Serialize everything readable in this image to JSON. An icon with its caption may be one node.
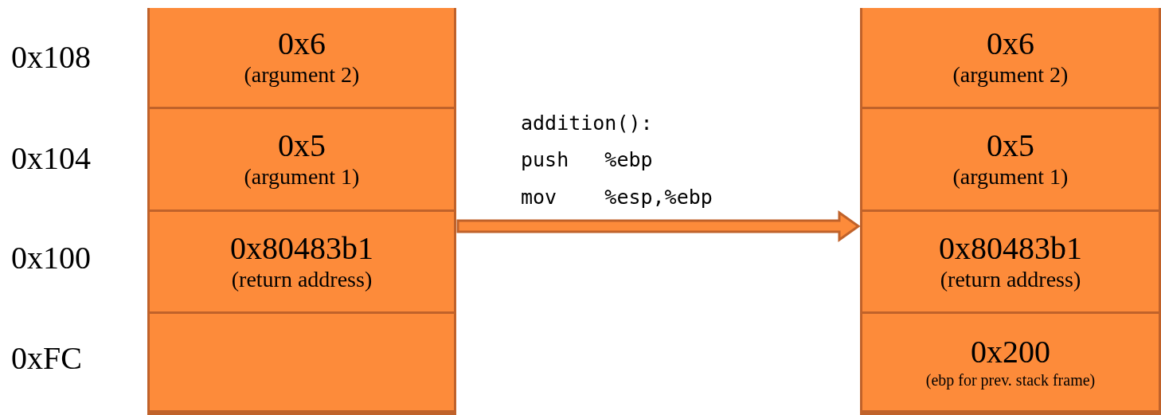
{
  "diagram": {
    "nodes": [
      {
        "text": [],
        "shape": "box"
      },
      {
        "text": [
          "0x6",
          "(argument 2)"
        ],
        "in": 0
      },
      {
        "text": [
          "0x5",
          "(argument 1)"
        ],
        "in": 0
      },
      {
        "text": [
          "0x80483b1",
          "(return address)"
        ],
        "in": 0
      },
      {
        "text": [],
        "shape": "box",
        "in": 0
      },
      {
        "text": [],
        "shape": "box"
      },
      {
        "text": [
          "0x6",
          "(argument 2)"
        ],
        "in": 5
      },
      {
        "text": [
          "0x5",
          "(argument 1)"
        ],
        "in": 5
      },
      {
        "text": [
          "0x80483b1",
          "(return address)"
        ],
        "in": 5
      },
      {
        "text": [
          "0x200",
          "(ebp for prev. stack frame)"
        ],
        "in": 5
      }
    ],
    "edges": [
      {
        "from": 0,
        "to": 5,
        "arrow": "to",
        "style": "thick"
      }
    ],
    "labels": [
      "0x108",
      "0x104",
      "0x100",
      "0xFC",
      "addition():",
      "push   %ebp",
      "mov    %esp,%ebp"
    ]
  }
}
